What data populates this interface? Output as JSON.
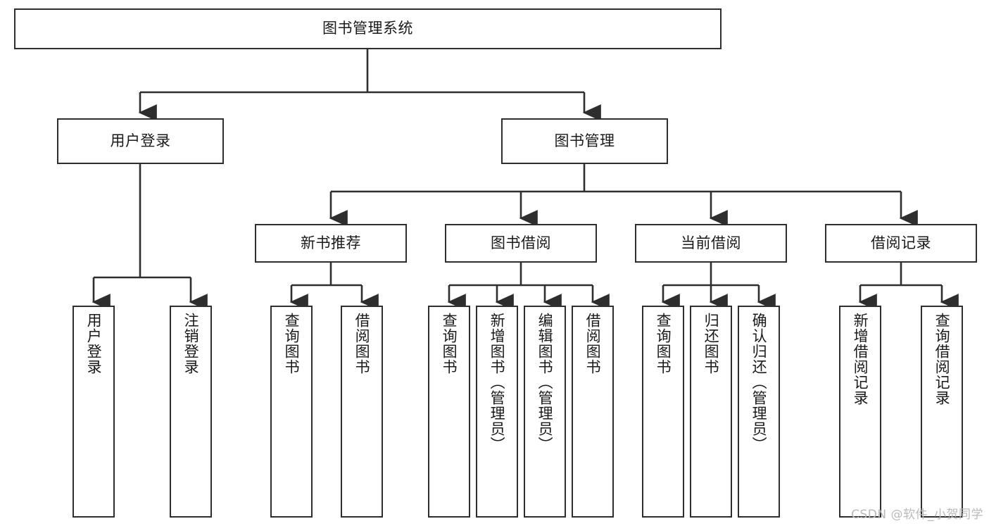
{
  "diagram": {
    "type": "tree-hierarchy",
    "title": "图书管理系统",
    "watermark": "CSDN @软件_小贺同学",
    "colors": {
      "border": "#2e2e2e",
      "background": "#ffffff",
      "text": "#1a1a1a",
      "watermark": "#b9b9b9"
    },
    "levels": [
      {
        "level": 1,
        "nodes": [
          {
            "id": "root",
            "label": "图书管理系统",
            "orientation": "horizontal"
          }
        ]
      },
      {
        "level": 2,
        "nodes": [
          {
            "id": "user-login",
            "label": "用户登录",
            "orientation": "horizontal",
            "parent": "root"
          },
          {
            "id": "book-manage",
            "label": "图书管理",
            "orientation": "horizontal",
            "parent": "root"
          }
        ]
      },
      {
        "level": 3,
        "nodes": [
          {
            "id": "new-book-rec",
            "label": "新书推荐",
            "orientation": "horizontal",
            "parent": "book-manage"
          },
          {
            "id": "book-borrow",
            "label": "图书借阅",
            "orientation": "horizontal",
            "parent": "book-manage"
          },
          {
            "id": "current-borrow",
            "label": "当前借阅",
            "orientation": "horizontal",
            "parent": "book-manage"
          },
          {
            "id": "borrow-record",
            "label": "借阅记录",
            "orientation": "horizontal",
            "parent": "book-manage"
          }
        ]
      },
      {
        "level": 4,
        "nodes": [
          {
            "id": "leaf-user-login",
            "label": "用户登录",
            "orientation": "vertical",
            "parent": "user-login"
          },
          {
            "id": "leaf-user-logout",
            "label": "注销登录",
            "orientation": "vertical",
            "parent": "user-login"
          },
          {
            "id": "leaf-query-book-1",
            "label": "查询图书",
            "orientation": "vertical",
            "parent": "new-book-rec"
          },
          {
            "id": "leaf-borrow-book-1",
            "label": "借阅图书",
            "orientation": "vertical",
            "parent": "new-book-rec"
          },
          {
            "id": "leaf-query-book-2",
            "label": "查询图书",
            "orientation": "vertical",
            "parent": "book-borrow"
          },
          {
            "id": "leaf-add-book",
            "label": "新增图书（管理员）",
            "orientation": "vertical",
            "parent": "book-borrow"
          },
          {
            "id": "leaf-edit-book",
            "label": "编辑图书（管理员）",
            "orientation": "vertical",
            "parent": "book-borrow"
          },
          {
            "id": "leaf-borrow-book-2",
            "label": "借阅图书",
            "orientation": "vertical",
            "parent": "book-borrow"
          },
          {
            "id": "leaf-query-book-3",
            "label": "查询图书",
            "orientation": "vertical",
            "parent": "current-borrow"
          },
          {
            "id": "leaf-return-book",
            "label": "归还图书",
            "orientation": "vertical",
            "parent": "current-borrow"
          },
          {
            "id": "leaf-confirm-return",
            "label": "确认归还（管理员）",
            "orientation": "vertical",
            "parent": "current-borrow"
          },
          {
            "id": "leaf-add-record",
            "label": "新增借阅记录",
            "orientation": "vertical",
            "parent": "borrow-record"
          },
          {
            "id": "leaf-query-record",
            "label": "查询借阅记录",
            "orientation": "vertical",
            "parent": "borrow-record"
          }
        ]
      }
    ]
  }
}
